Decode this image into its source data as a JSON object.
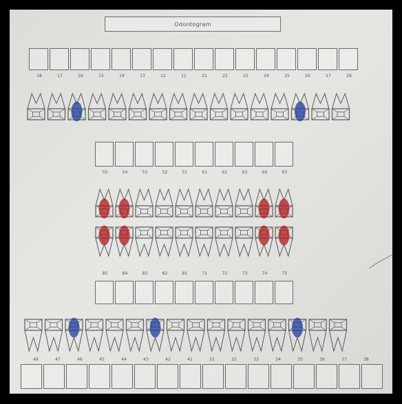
{
  "sheet": {
    "title": "Odontogram"
  },
  "upper_numbers": [
    "18",
    "17",
    "16",
    "15",
    "14",
    "13",
    "12",
    "11",
    "21",
    "22",
    "23",
    "24",
    "25",
    "26",
    "27",
    "28"
  ],
  "upper_primary_numbers": [
    "55",
    "54",
    "53",
    "52",
    "51",
    "61",
    "62",
    "63",
    "64",
    "65"
  ],
  "lower_primary_numbers": [
    "85",
    "84",
    "83",
    "82",
    "81",
    "71",
    "72",
    "73",
    "74",
    "75"
  ],
  "lower_numbers": [
    "48",
    "47",
    "46",
    "45",
    "44",
    "43",
    "42",
    "41",
    "31",
    "32",
    "33",
    "34",
    "35",
    "36",
    "37",
    "38"
  ],
  "colors": {
    "ink": "#5a5a5a",
    "red_mark": "#b0171b",
    "blue_mark": "#1f3c9b",
    "paper": "#e3e3df"
  },
  "markings": {
    "upper_blue": [
      "16",
      "26"
    ],
    "primary_red_upper": [
      "55",
      "54",
      "64",
      "65"
    ],
    "primary_red_lower": [
      "85",
      "84",
      "74",
      "75"
    ],
    "lower_blue": [
      "46",
      "42",
      "36"
    ]
  }
}
